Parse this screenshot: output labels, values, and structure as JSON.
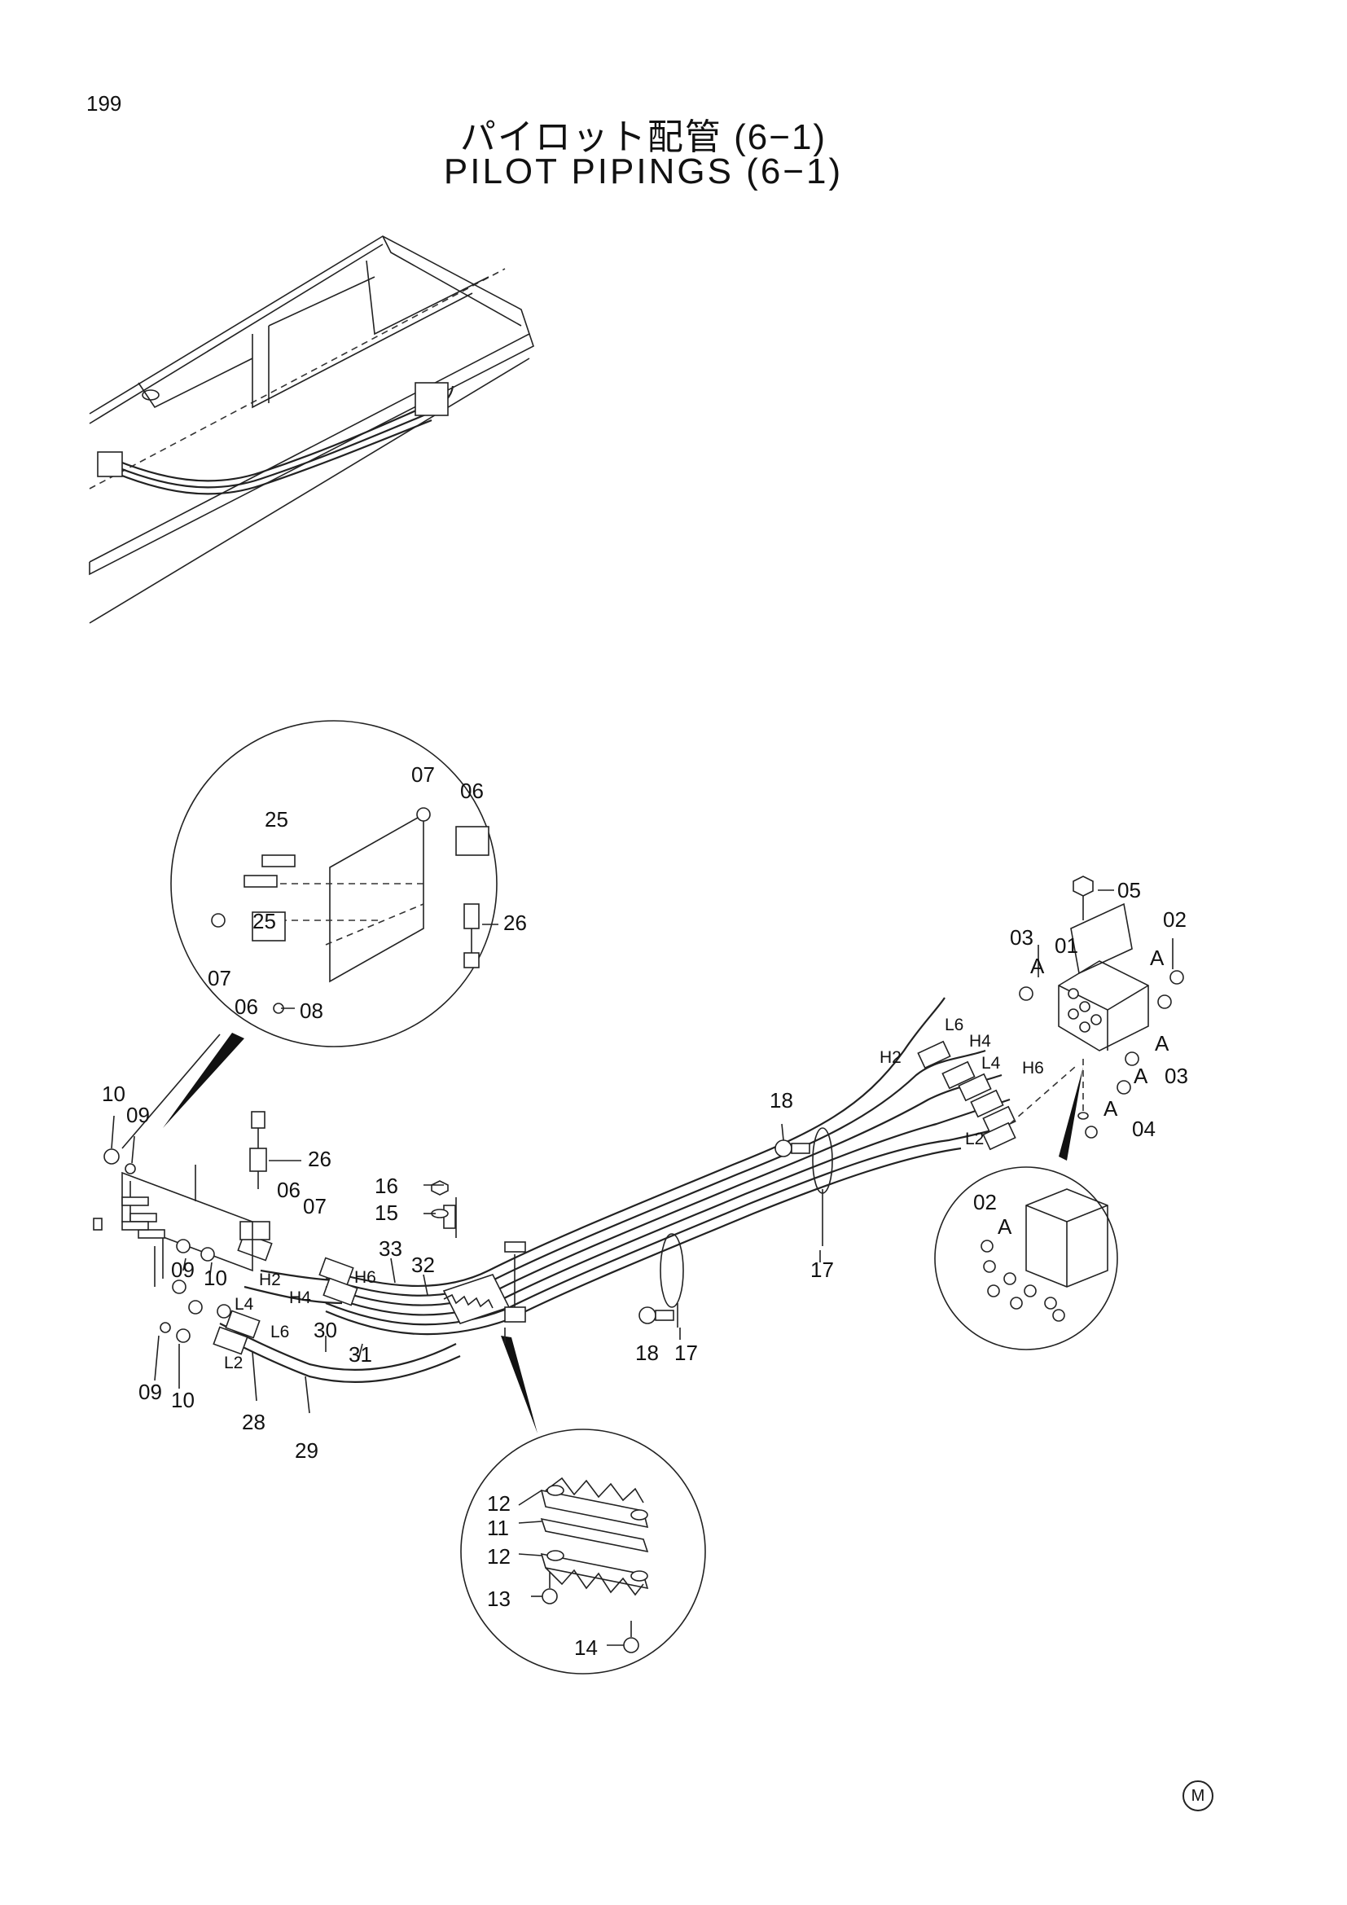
{
  "header": {
    "page_number": "199",
    "title_jp": "パイロット配管 (6−1)",
    "title_en": "PILOT PIPINGS (6−1)"
  },
  "labels": {
    "d_07": "07",
    "d_06": "06",
    "d_25a": "25",
    "d_25b": "25",
    "d_26": "26",
    "d_07b": "07",
    "d_06b": "06",
    "d_08": "08",
    "r_05": "05",
    "r_02": "02",
    "r_03a": "03",
    "r_01": "01",
    "r_A1": "A",
    "r_A2": "A",
    "r_A3": "A",
    "r_A4": "A",
    "r_03b": "03",
    "r_04": "04",
    "r_L6": "L6",
    "r_H2": "H2",
    "r_H4": "H4",
    "r_L4": "L4",
    "r_H6": "H6",
    "r_L2": "L2",
    "m_18a": "18",
    "m_17a": "17",
    "m_18b": "18",
    "m_17b": "17",
    "c_16": "16",
    "c_15": "15",
    "c_33": "33",
    "c_32": "32",
    "l_10a": "10",
    "l_09a": "09",
    "l_26": "26",
    "l_06": "06",
    "l_07": "07",
    "l_09b": "09",
    "l_10b": "10",
    "l_H2": "H2",
    "l_H6": "H6",
    "l_H4": "H4",
    "l_L4": "L4",
    "l_L6": "L6",
    "l_L2": "L2",
    "l_30": "30",
    "l_31": "31",
    "l_09c": "09",
    "l_10c": "10",
    "l_28": "28",
    "l_29": "29",
    "rd_02": "02",
    "rd_A": "A",
    "b_12a": "12",
    "b_11": "11",
    "b_12b": "12",
    "b_13": "13",
    "b_14": "14"
  },
  "footer": {
    "mark": "M"
  }
}
